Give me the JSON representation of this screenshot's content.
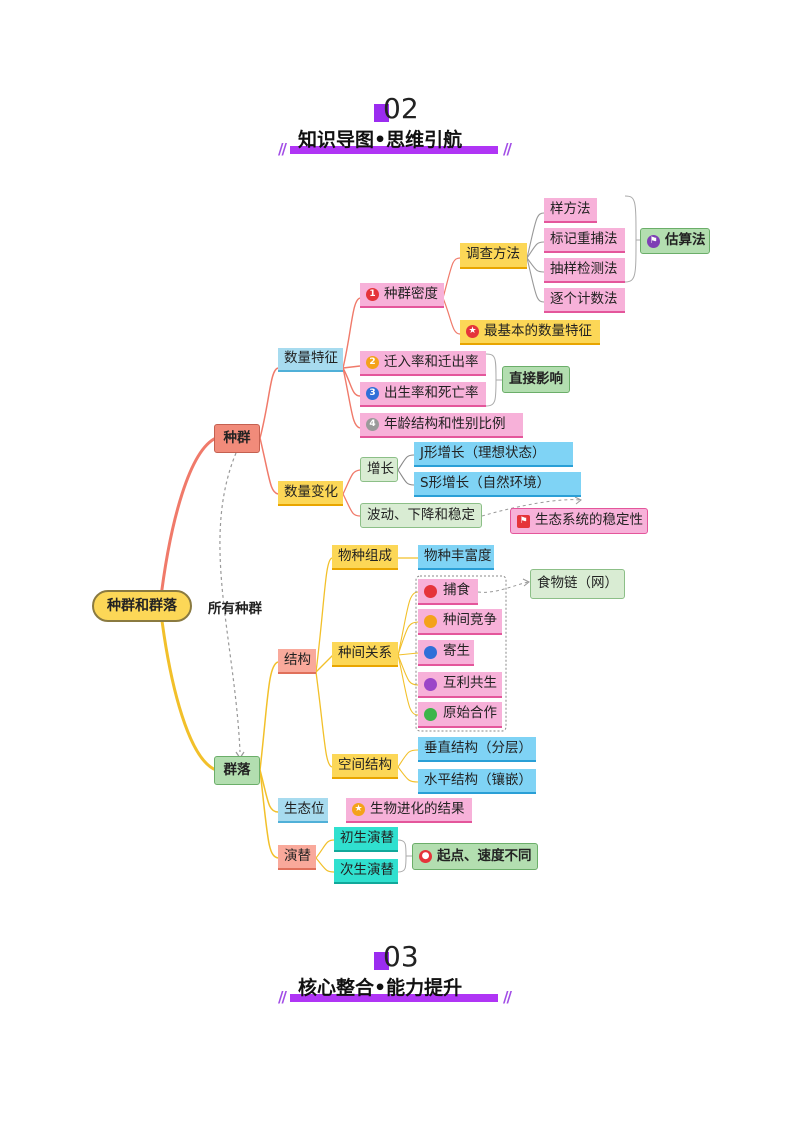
{
  "section2": {
    "number": "02",
    "title": "知识导图•思维引航"
  },
  "section3": {
    "number": "03",
    "title": "核心整合•能力提升"
  },
  "slash": "//",
  "mindmap": {
    "root": "种群和群落",
    "link_label": "所有种群",
    "population": {
      "label": "种群",
      "features": {
        "label": "数量特征",
        "density": "种群密度",
        "density_num": "1",
        "survey": "调查方法",
        "methods": [
          "样方法",
          "标记重捕法",
          "抽样检测法",
          "逐个计数法"
        ],
        "estimate": "估算法",
        "basic": "最基本的数量特征",
        "migration": "迁入率和迁出率",
        "migration_num": "2",
        "birth": "出生率和死亡率",
        "birth_num": "3",
        "direct": "直接影响",
        "age": "年龄结构和性别比例",
        "age_num": "4"
      },
      "change": {
        "label": "数量变化",
        "growth": "增长",
        "j": "J形增长（理想状态）",
        "s": "S形增长（自然环境）",
        "fluct": "波动、下降和稳定",
        "stability": "生态系统的稳定性"
      }
    },
    "community": {
      "label": "群落",
      "structure": {
        "label": "结构",
        "composition": "物种组成",
        "richness": "物种丰富度",
        "interspecies": "种间关系",
        "relations": [
          "捕食",
          "种间竞争",
          "寄生",
          "互利共生",
          "原始合作"
        ],
        "relation_colors": [
          "#e5343a",
          "#f4a21a",
          "#2f6fd8",
          "#9b46c8",
          "#3cb54a"
        ],
        "foodchain": "食物链（网）",
        "spatial": "空间结构",
        "vertical": "垂直结构（分层）",
        "horizontal": "水平结构（镶嵌）"
      },
      "niche": {
        "label": "生态位",
        "result": "生物进化的结果"
      },
      "succession": {
        "label": "演替",
        "primary": "初生演替",
        "secondary": "次生演替",
        "difference": "起点、速度不同"
      }
    }
  }
}
